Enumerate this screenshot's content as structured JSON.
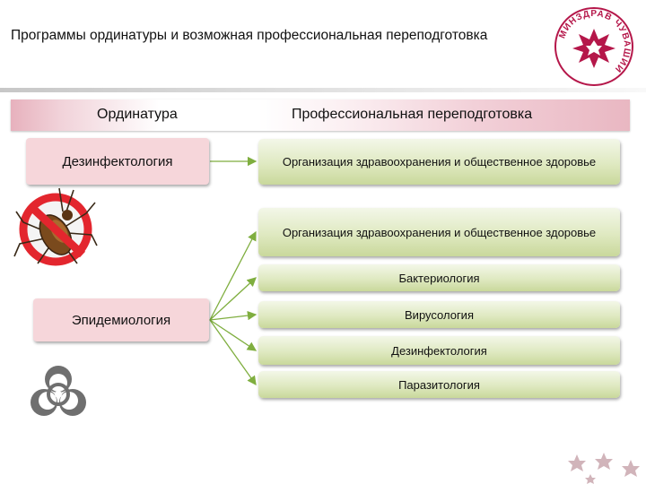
{
  "slide": {
    "title": "Программы ординатуры и возможная профессиональная переподготовка",
    "logo_text": "МИНЗДРАВ ЧУВАШИИ"
  },
  "header": {
    "left": "Ординатура",
    "right": "Профессиональная переподготовка"
  },
  "residency": [
    "Дезинфектология",
    "Эпидемиология"
  ],
  "retraining": [
    "Организация здравоохранения и общественное здоровье",
    "Организация здравоохранения и общественное здоровье",
    "Бактериология",
    "Вирусология",
    "Дезинфектология",
    "Паразитология"
  ],
  "icons": {
    "bug": "crossed-out-cockroach-icon",
    "biohazard": "biohazard-icon",
    "logo": "ministry-emblem-icon"
  },
  "colors": {
    "left_box": "#f6d6da",
    "right_box": "#dfe9c1",
    "arrow": "#7fae3f",
    "accent": "#b5174a"
  }
}
